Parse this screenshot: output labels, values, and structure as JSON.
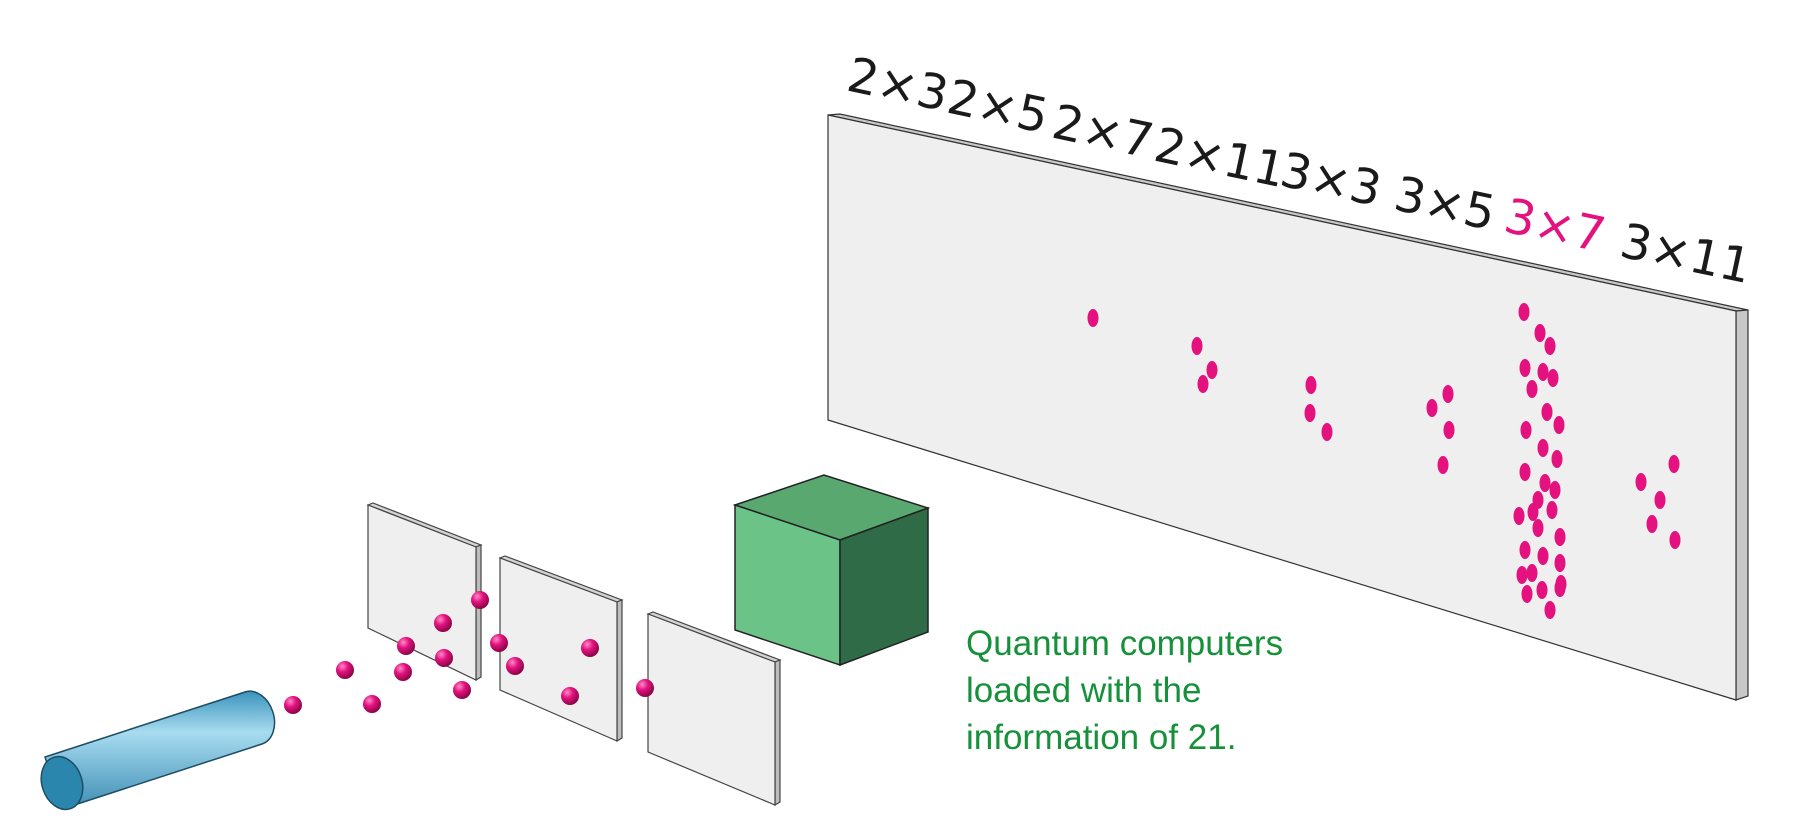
{
  "screen": {
    "factor_labels": [
      "2×3",
      "2×5",
      "2×7",
      "2×11",
      "3×3",
      "3×5",
      "3×7",
      "3×11"
    ],
    "highlighted_label": "3×7",
    "dot_counts": [
      0,
      1,
      3,
      3,
      4,
      30,
      5
    ],
    "caption_lines": [
      "Quantum computers",
      "loaded with the",
      "information of 21."
    ]
  },
  "colors": {
    "particle": "#e3127f",
    "highlight_text": "#e3127f",
    "caption_text": "#16913a",
    "cube_front": "#6cc387",
    "cube_top": "#58a870",
    "cube_side": "#2f6b46",
    "emitter": "#5fb3d6",
    "panel_face": "#efefef"
  }
}
